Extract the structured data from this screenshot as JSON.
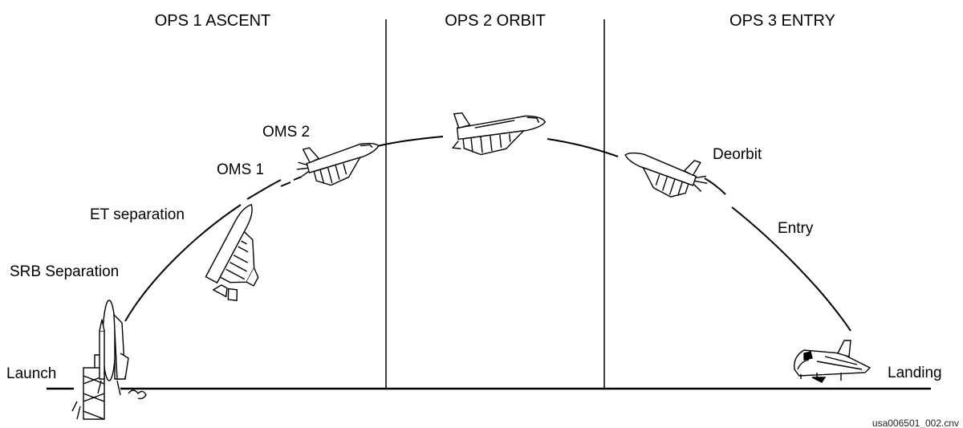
{
  "phases": [
    {
      "label": "OPS 1 ASCENT"
    },
    {
      "label": "OPS 2 ORBIT"
    },
    {
      "label": "OPS 3 ENTRY"
    }
  ],
  "events": {
    "launch": "Launch",
    "srb_separation": "SRB Separation",
    "et_separation": "ET separation",
    "oms1": "OMS 1",
    "oms2": "OMS 2",
    "deorbit": "Deorbit",
    "entry": "Entry",
    "landing": "Landing"
  },
  "figure_id": "usa006501_002.cnv",
  "icons": [
    "launch-pad-shuttle-icon",
    "ascent-shuttle-et-icon",
    "oms-burn-orbiter-icon",
    "orbit-orbiter-icon",
    "deorbit-orbiter-icon",
    "landing-orbiter-icon"
  ],
  "colors": {
    "line": "#000000",
    "background": "#ffffff"
  }
}
